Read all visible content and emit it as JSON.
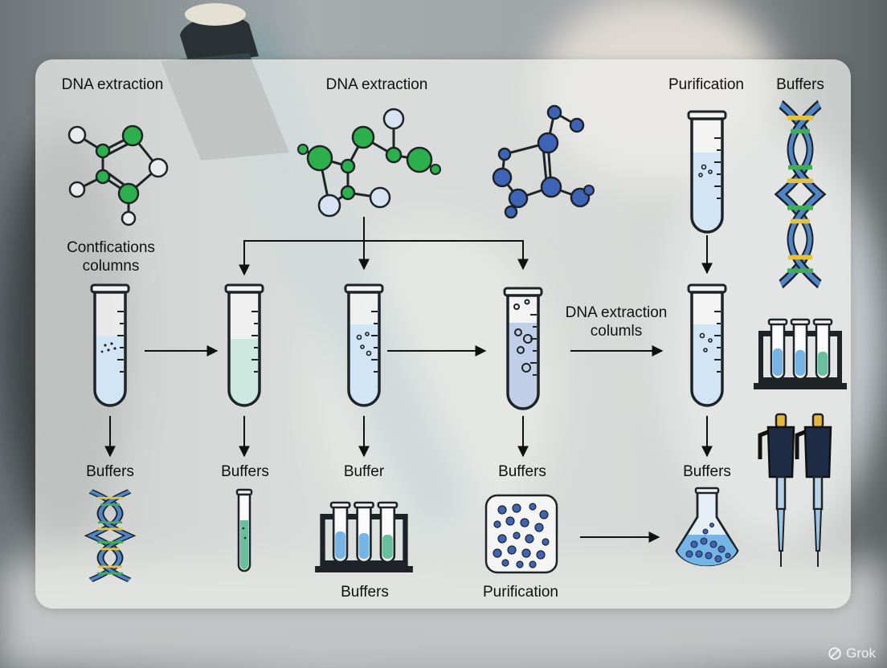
{
  "labels": {
    "dna_extraction_1": "DNA extraction",
    "dna_extraction_2": "DNA extraction",
    "purification_top": "Purification",
    "buffers_top": "Buffers",
    "confications_columns_line1": "Contfications",
    "confications_columns_line2": "columns",
    "dna_extraction_columns_line1": "DNA extraction",
    "dna_extraction_columns_line2": "columls",
    "buffers_1": "Buffers",
    "buffers_2": "Buffers",
    "buffer_3": "Buffer",
    "buffers_4": "Buffers",
    "buffers_5": "Buffers",
    "buffers_bottom": "Buffers",
    "purification_bottom": "Purification"
  },
  "watermark": "Grok",
  "icons": [
    "molecule-icon",
    "test-tube-icon",
    "dna-helix-icon",
    "tube-rack-icon",
    "beaker-icon",
    "flask-icon",
    "pipette-icon",
    "culture-plate-icon"
  ],
  "colors": {
    "blue_liquid": "#74b4e6",
    "green_liquid": "#67bf9e",
    "dark_blue_liquid": "#3f69bd",
    "green_node": "#2bb04c",
    "blue_node": "#3e64b8",
    "pale_node": "#d7e3f2"
  }
}
